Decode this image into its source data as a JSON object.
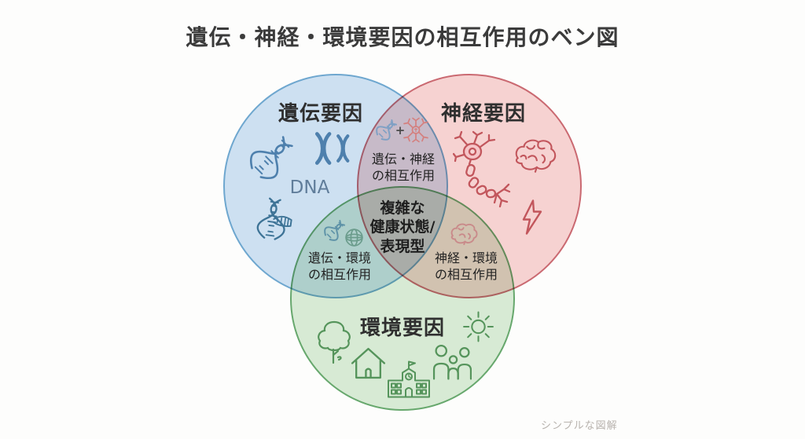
{
  "title": "遺伝・神経・環境要因の相互作用のベン図",
  "watermark": "シンプルな図解",
  "circles": {
    "genetic": {
      "label": "遺伝要因",
      "caption": "DNA",
      "fill": "#cfe2f4",
      "border": "#6fa8d2",
      "icon_color": "#4e80ad"
    },
    "neural": {
      "label": "神経要因",
      "fill": "#f8d4d4",
      "border": "#cc6a72",
      "icon_color": "#c2565c"
    },
    "environment": {
      "label": "環境要因",
      "fill": "#d9ecd7",
      "border": "#68a96e",
      "icon_color": "#55945b"
    }
  },
  "overlaps": {
    "genetic_neural": {
      "label": "遺伝・神経\nの相互作用",
      "plus": "+"
    },
    "genetic_environment": {
      "label": "遺伝・環境\nの相互作用"
    },
    "neural_environment": {
      "label": "神経・環境\nの相互作用"
    },
    "center": {
      "label": "複雑な\n健康状態/\n表現型"
    }
  },
  "icons": {
    "genetic": [
      "dna-helix-icon",
      "chromosomes-icon",
      "dna-strand-icon"
    ],
    "neural": [
      "neuron-icon",
      "brain-icon",
      "lightning-bolt-icon"
    ],
    "environment": [
      "tree-icon",
      "house-icon",
      "school-icon",
      "family-icon",
      "sun-icon"
    ],
    "genetic_neural": [
      "mini-dna-icon",
      "mini-neuron-icon"
    ],
    "genetic_environment": [
      "mini-dna-teal-icon",
      "globe-icon"
    ],
    "neural_environment": [
      "mini-brain-icon"
    ]
  },
  "colors": {
    "text": "#333333",
    "title": "#3b3b3b",
    "dna_caption": "#607d9a",
    "watermark": "#b8b3ae"
  }
}
